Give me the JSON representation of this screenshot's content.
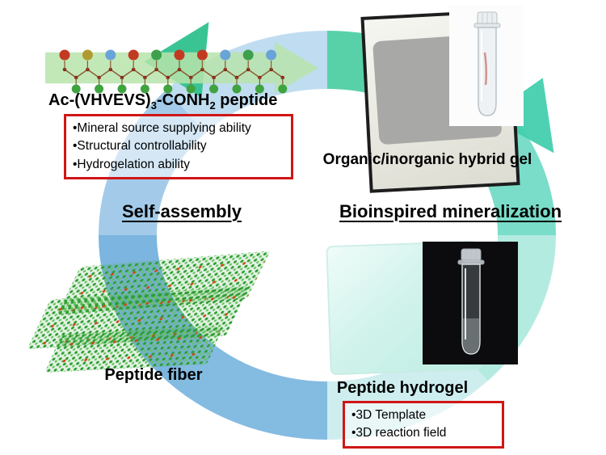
{
  "peptide": {
    "title": {
      "p1": "Ac-(VHVEVS)",
      "sub1": "3",
      "p2": "-CONH",
      "sub2": "2",
      "p3": " peptide"
    },
    "features": [
      "•Mineral source supplying ability",
      "•Structural controllability",
      "•Hydrogelation ability"
    ]
  },
  "labels": {
    "self_assembly": "Self-assembly",
    "bioinspired": "Bioinspired mineralization",
    "hybrid_gel": "Organic/inorganic hybrid gel",
    "peptide_fiber": "Peptide fiber",
    "peptide_hydrogel": "Peptide hydrogel"
  },
  "hydrogel_box": {
    "items": [
      "•3D Template",
      "•3D reaction field"
    ]
  },
  "colors": {
    "highlight_box_red": "#d01616",
    "cycle_green": "#3cc99b",
    "cycle_blue": "#68aad9"
  },
  "illustration": {
    "chain": {
      "arrow_color": "#b7e4ab",
      "backbone_color": "#8a5a30",
      "backbone_dot_color": "#8a2b1c",
      "bottom_color": "#3fa33f",
      "top_colors": [
        "#c23a22",
        "#b09a30",
        "#6aa3d8",
        "#c23a22",
        "#3da04b",
        "#c23a22",
        "#c23a22",
        "#6aa3d8",
        "#3da04b",
        "#6aa3d8"
      ]
    }
  }
}
